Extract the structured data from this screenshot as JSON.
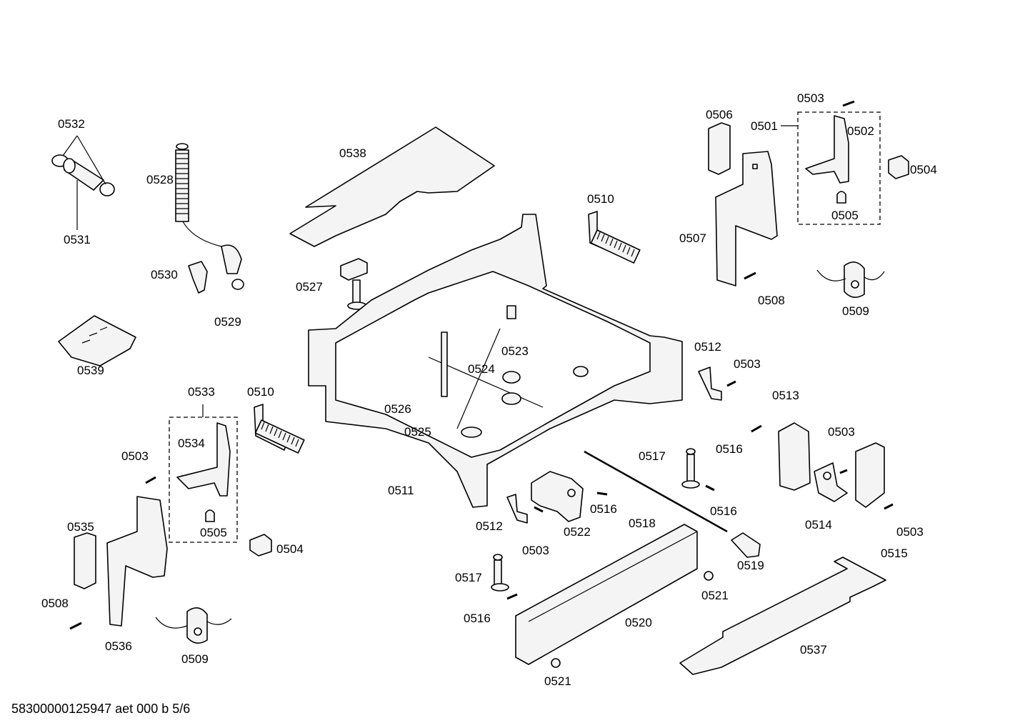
{
  "footer": "58300000125947 aet 000 b 5/6",
  "labels": {
    "l0532": "0532",
    "l0531": "0531",
    "l0528": "0528",
    "l0530": "0530",
    "l0529": "0529",
    "l0539": "0539",
    "l0538": "0538",
    "l0527": "0527",
    "l0510a": "0510",
    "l0510b": "0510",
    "l0506": "0506",
    "l0501": "0501",
    "l0503a": "0503",
    "l0502": "0502",
    "l0504a": "0504",
    "l0505a": "0505",
    "l0507": "0507",
    "l0508a": "0508",
    "l0509a": "0509",
    "l0523": "0523",
    "l0524": "0524",
    "l0526": "0526",
    "l0525": "0525",
    "l0511": "0511",
    "l0533": "0533",
    "l0534": "0534",
    "l0505b": "0505",
    "l0503b": "0503",
    "l0504b": "0504",
    "l0535": "0535",
    "l0536": "0536",
    "l0508b": "0508",
    "l0509b": "0509",
    "l0512a": "0512",
    "l0503c": "0503",
    "l0513": "0513",
    "l0516a": "0516",
    "l0503d": "0503",
    "l0517a": "0517",
    "l0516b": "0516",
    "l0514": "0514",
    "l0503e": "0503",
    "l0515": "0515",
    "l0512b": "0512",
    "l0503f": "0503",
    "l0522": "0522",
    "l0516c": "0516",
    "l0518": "0518",
    "l0519": "0519",
    "l0517b": "0517",
    "l0516d": "0516",
    "l0521a": "0521",
    "l0520": "0520",
    "l0521b": "0521",
    "l0537": "0537"
  }
}
